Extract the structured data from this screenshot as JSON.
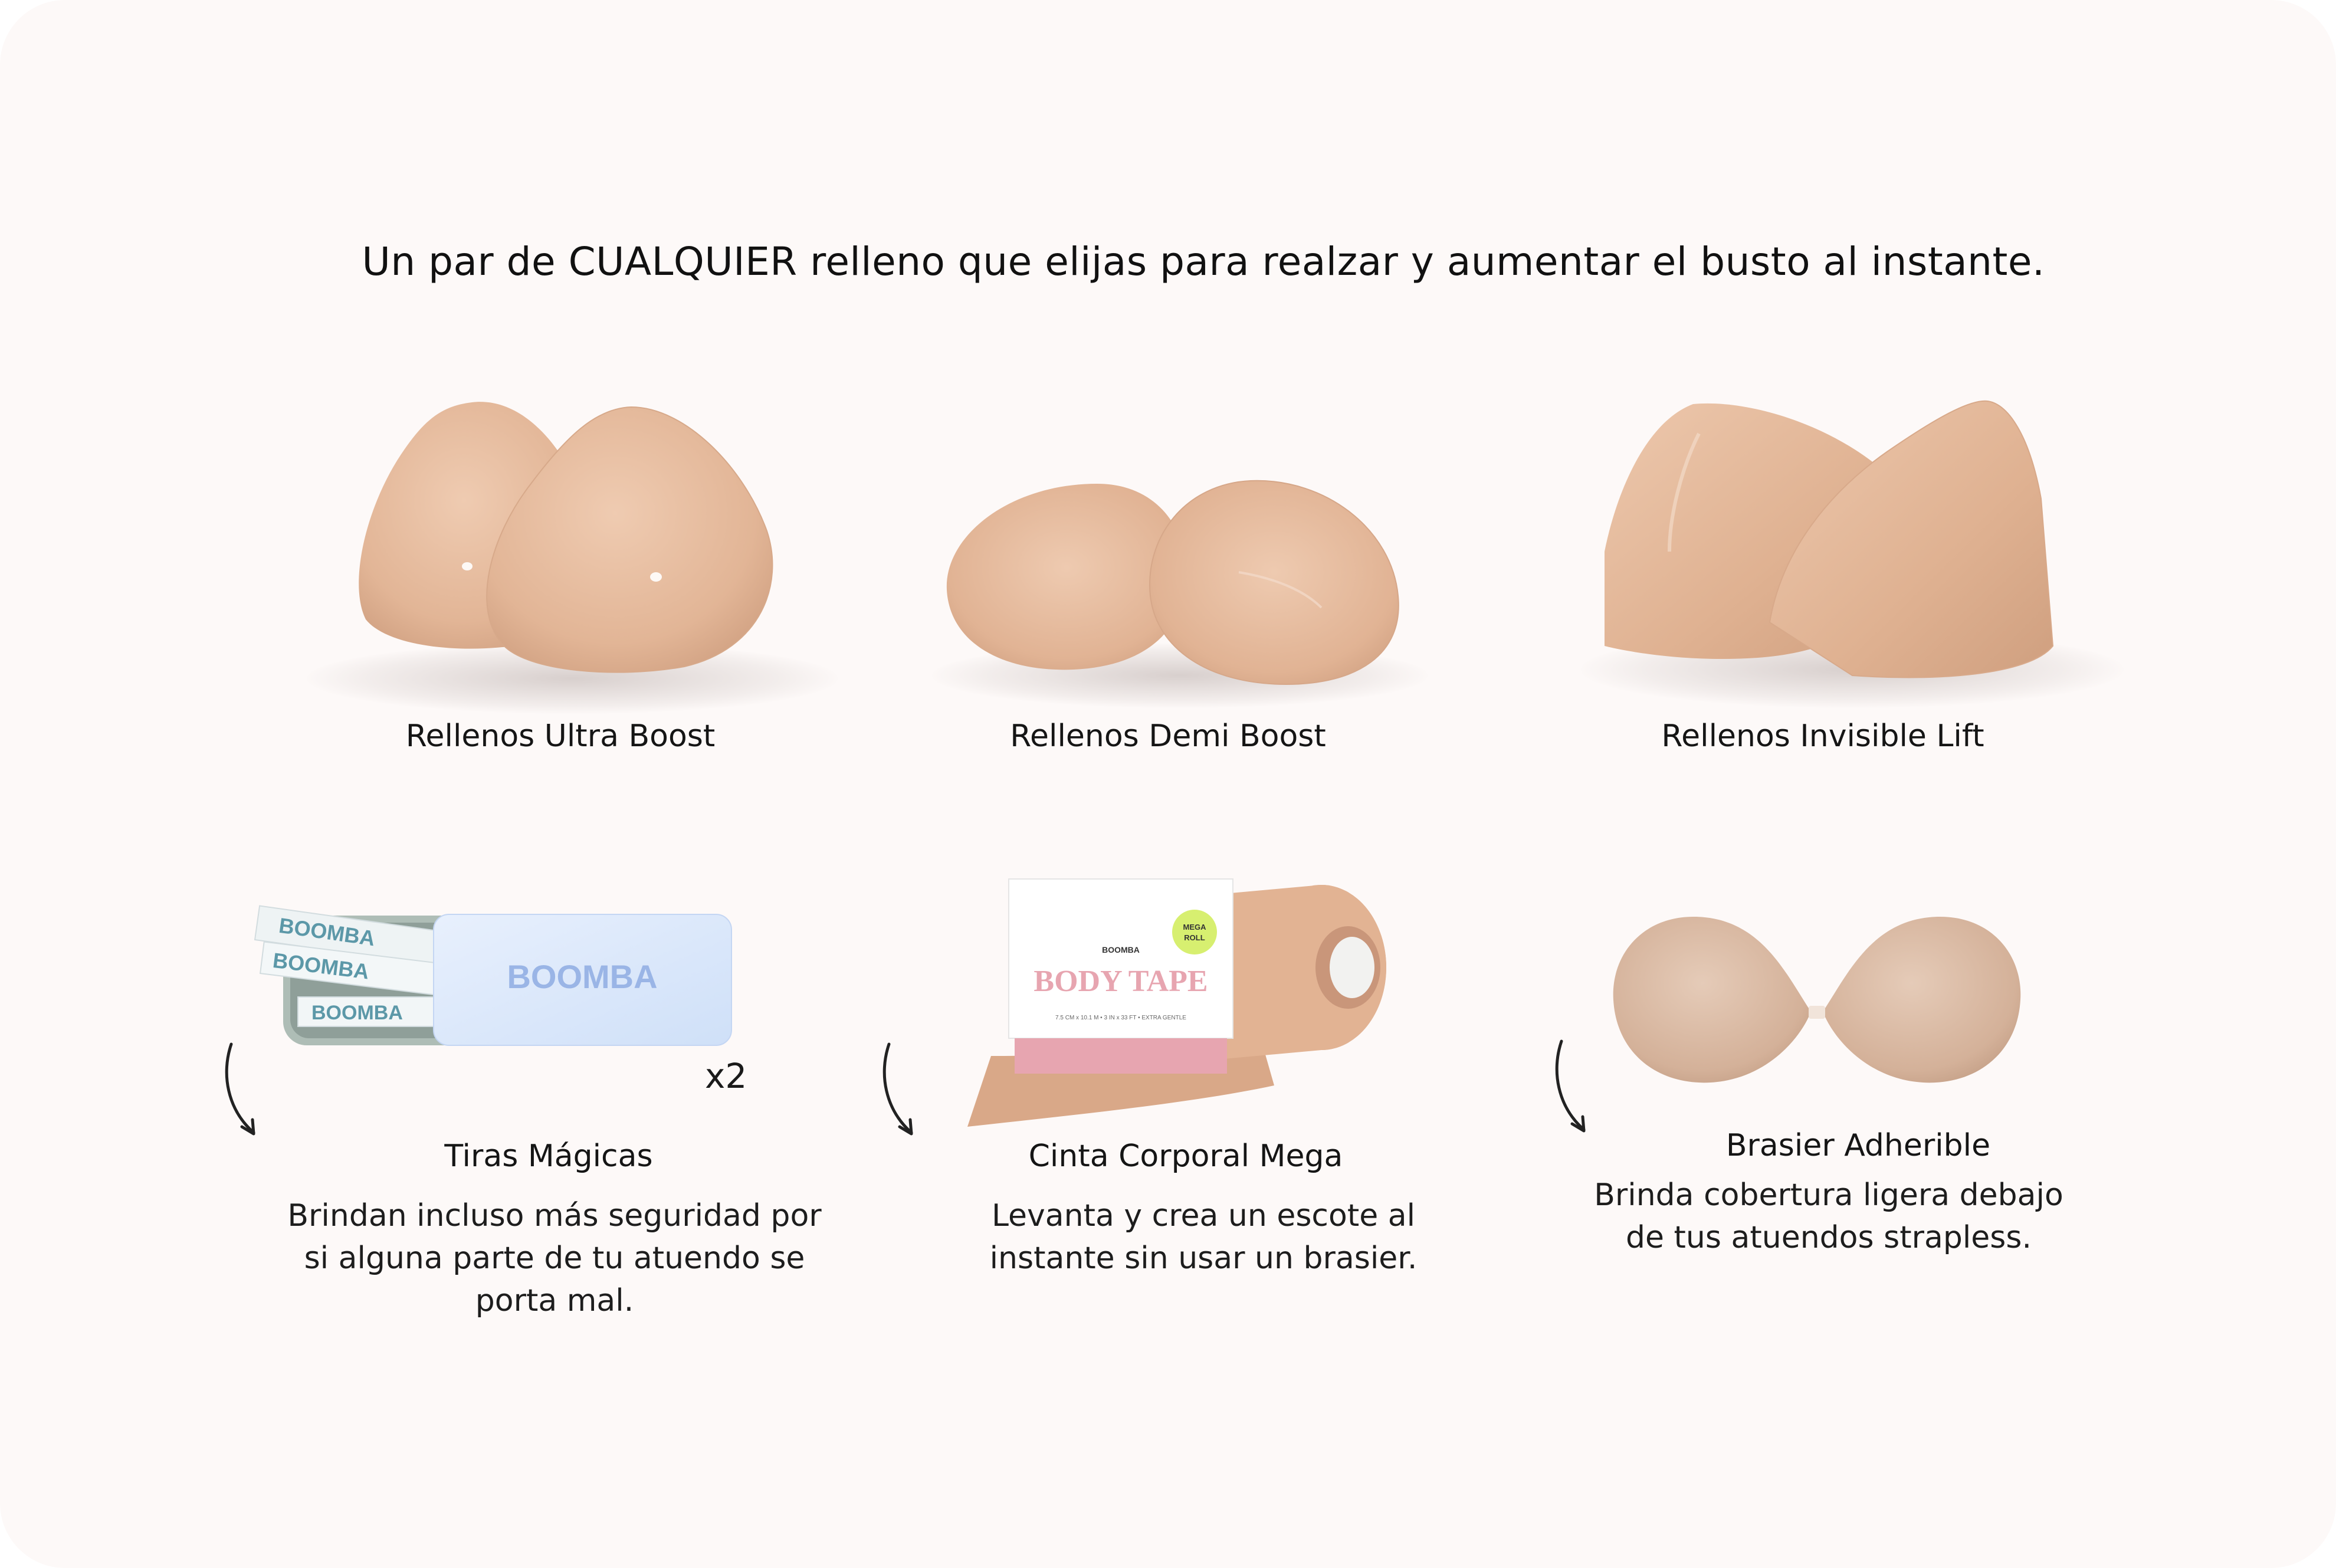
{
  "headline": "Un par de CUALQUIER relleno que elijas para realzar y aumentar el busto  al instante.",
  "colors": {
    "background": "#fdf9f8",
    "skin": "#e6bc9f",
    "skin_dark": "#d2a282",
    "tape_pink": "#e7a5b0",
    "tin_blue": "#d9e6fb",
    "text_blue": "#9ab5e6",
    "strip_text": "#5c98a8"
  },
  "row1": [
    {
      "label": "Rellenos Ultra Boost"
    },
    {
      "label": "Rellenos Demi Boost"
    },
    {
      "label": "Rellenos Invisible Lift"
    }
  ],
  "row2": [
    {
      "label": "Tiras Mágicas",
      "desc": [
        "Brindan incluso más seguridad por",
        "si alguna parte de tu atuendo se",
        "porta mal."
      ],
      "quantity": "x2",
      "brand": "BOOMBA",
      "strip_text": "BOOMBA"
    },
    {
      "label": "Cinta Corporal Mega",
      "desc": [
        "Levanta y crea un escote al",
        "instante sin usar un brasier."
      ],
      "brand": "BOOMBA",
      "box_title": "BODY TAPE",
      "badge_line1": "MEGA",
      "badge_line2": "ROLL",
      "box_specs": "7.5 CM x 10.1 M  •  3 IN x 33 FT  •  EXTRA GENTLE"
    },
    {
      "label": "Brasier Adherible",
      "desc": [
        "Brinda cobertura ligera debajo",
        "de tus atuendos strapless."
      ]
    }
  ],
  "icons": [
    "curved-arrow-down-icon"
  ]
}
